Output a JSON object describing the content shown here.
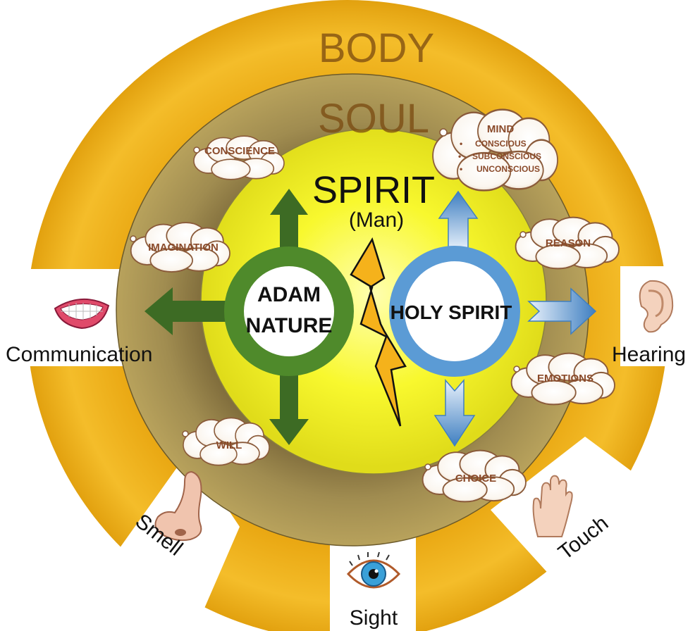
{
  "rings": {
    "body": "BODY",
    "soul": "SOUL",
    "spirit": "SPIRIT",
    "spirit_sub": "(Man)"
  },
  "core": {
    "adam_line1": "ADAM",
    "adam_line2": "NATURE",
    "holy_spirit": "HOLY SPIRIT"
  },
  "soul_faculties": {
    "conscience": "CONSCIENCE",
    "imagination": "IMAGINATION",
    "will": "WILL",
    "mind": "MIND",
    "mind_items": [
      "CONSCIOUS",
      "SUBCONSCIOUS",
      "UNCONSCIOUS"
    ],
    "reason": "REASON",
    "emotions": "EMOTIONS",
    "choice": "CHOICE"
  },
  "senses": {
    "communication": "Communication",
    "hearing": "Hearing",
    "smell": "Smell",
    "sight": "Sight",
    "touch": "Touch"
  },
  "icons": [
    "mouth-icon",
    "ear-icon",
    "nose-icon",
    "eye-icon",
    "hand-icon",
    "lightning-bolt-icon"
  ],
  "colors": {
    "body_ring": "#f2b51d",
    "soul_ring": "#9c8a52",
    "spirit_core": "#f7f53a",
    "adam_ring": "#4f8a2b",
    "holy_ring": "#5b9bd5",
    "green_arrow": "#3d6b24",
    "blue_arrow": "#3f7fc1",
    "bolt": "#f5b21b"
  }
}
